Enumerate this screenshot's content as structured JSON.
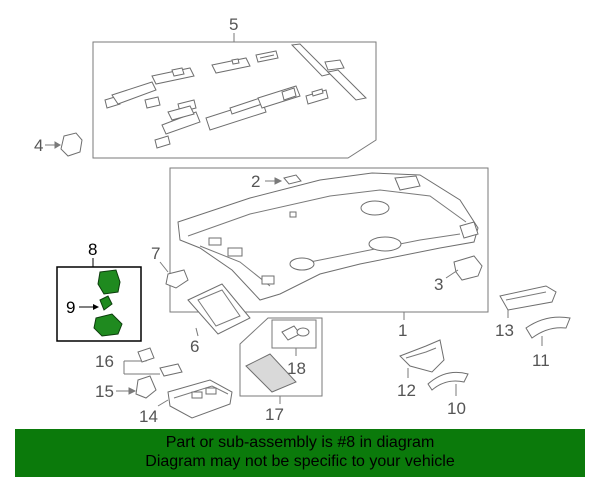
{
  "callouts": {
    "c1": "1",
    "c2": "2",
    "c3": "3",
    "c4": "4",
    "c5": "5",
    "c6": "6",
    "c7": "7",
    "c8": "8",
    "c9": "9",
    "c10": "10",
    "c11": "11",
    "c12": "12",
    "c13": "13",
    "c14": "14",
    "c15": "15",
    "c16": "16",
    "c17": "17",
    "c18": "18"
  },
  "footer": {
    "line1": "Part or sub-assembly is #8 in diagram",
    "line2": "Diagram may not be specific to your vehicle"
  },
  "colors": {
    "highlight_part": "#1f8a1f",
    "banner": "#0b7a0b"
  }
}
